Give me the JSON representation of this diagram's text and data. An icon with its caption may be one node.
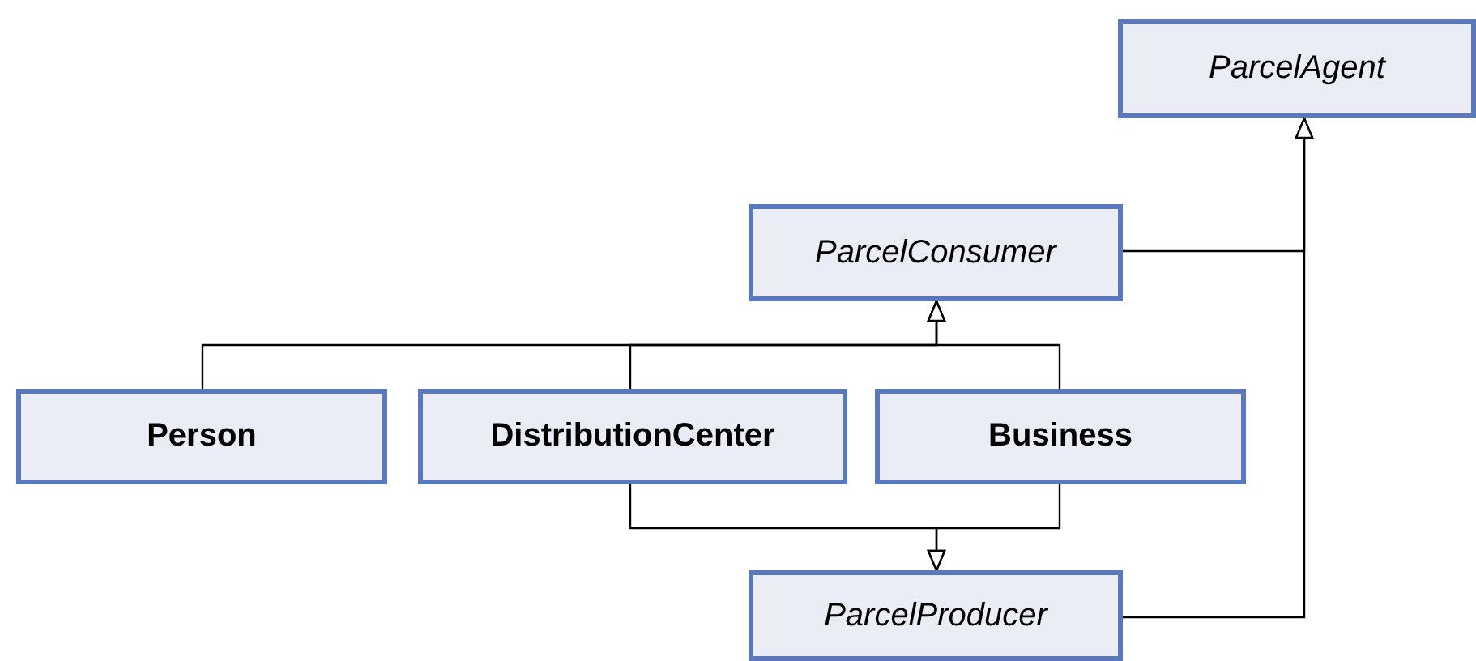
{
  "diagram": {
    "nodes": [
      {
        "text": [
          "ParcelAgent"
        ]
      },
      {
        "text": [
          "ParcelConsumer"
        ]
      },
      {
        "text": [
          "Person"
        ]
      },
      {
        "text": [
          "DistributionCenter"
        ]
      },
      {
        "text": [
          "Business"
        ]
      },
      {
        "text": [
          "ParcelProducer"
        ]
      }
    ],
    "edges": [
      {
        "from": 2,
        "to": 1,
        "arrow": "to"
      },
      {
        "from": 3,
        "to": 1,
        "arrow": "to"
      },
      {
        "from": 4,
        "to": 1,
        "arrow": "to"
      },
      {
        "from": 3,
        "to": 5,
        "arrow": "to"
      },
      {
        "from": 4,
        "to": 5,
        "arrow": "to"
      },
      {
        "from": 1,
        "to": 0,
        "arrow": "to"
      },
      {
        "from": 5,
        "to": 0,
        "arrow": "to"
      }
    ]
  }
}
